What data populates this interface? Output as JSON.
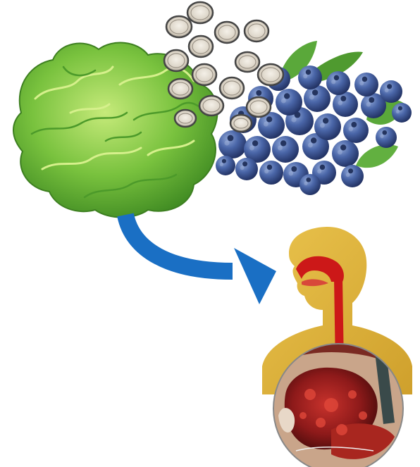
{
  "figure": {
    "elements": [
      {
        "name": "lettuce-illustration",
        "kind": "food"
      },
      {
        "name": "blueberries-illustration",
        "kind": "food"
      },
      {
        "name": "parasite-eggs-cluster",
        "kind": "pathogen",
        "count": 15
      },
      {
        "name": "transmission-arrow",
        "kind": "connector"
      },
      {
        "name": "human-digestive-silhouette",
        "kind": "host"
      },
      {
        "name": "liver-surgery-inset",
        "kind": "outcome"
      }
    ],
    "colors": {
      "arrow": "#1a6fc4",
      "silhouette": "#ddb23a",
      "digestive_tract": "#cc1818",
      "lettuce": "#6cbe3a",
      "blueberry": "#3e5a9c",
      "egg_fill": "#e7e1d6",
      "egg_shell": "#454545"
    }
  }
}
